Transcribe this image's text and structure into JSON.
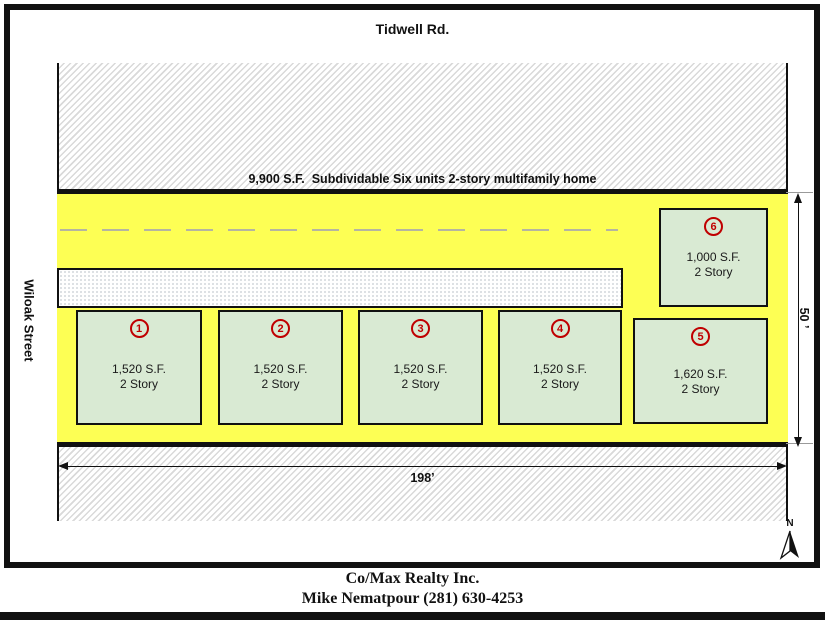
{
  "road_label": "Tidwell Rd.",
  "street_label": "Wiloak Street",
  "lot": {
    "description": "9,900 S.F.  Subdividable Six units 2-story multifamily home"
  },
  "dimensions": {
    "width_label": "198’",
    "height_label": "50 ’"
  },
  "units": [
    {
      "number": "1",
      "area": "1,520 S.F.",
      "stories": "2 Story"
    },
    {
      "number": "2",
      "area": "1,520 S.F.",
      "stories": "2 Story"
    },
    {
      "number": "3",
      "area": "1,520 S.F.",
      "stories": "2 Story"
    },
    {
      "number": "4",
      "area": "1,520 S.F.",
      "stories": "2 Story"
    },
    {
      "number": "5",
      "area": "1,620 S.F.",
      "stories": "2 Story"
    },
    {
      "number": "6",
      "area": "1,000 S.F.",
      "stories": "2 Story"
    }
  ],
  "compass": {
    "label": "N"
  },
  "footer": {
    "company": "Co/Max Realty Inc.",
    "agent": "Mike Nematpour (281) 630-4253"
  },
  "colors": {
    "lot_yellow": "#FDFF54",
    "unit_green": "#D9EAD3",
    "unit_number_red": "#C00000",
    "line_black": "#111111",
    "hatch_gray": "#D9D9D9"
  }
}
